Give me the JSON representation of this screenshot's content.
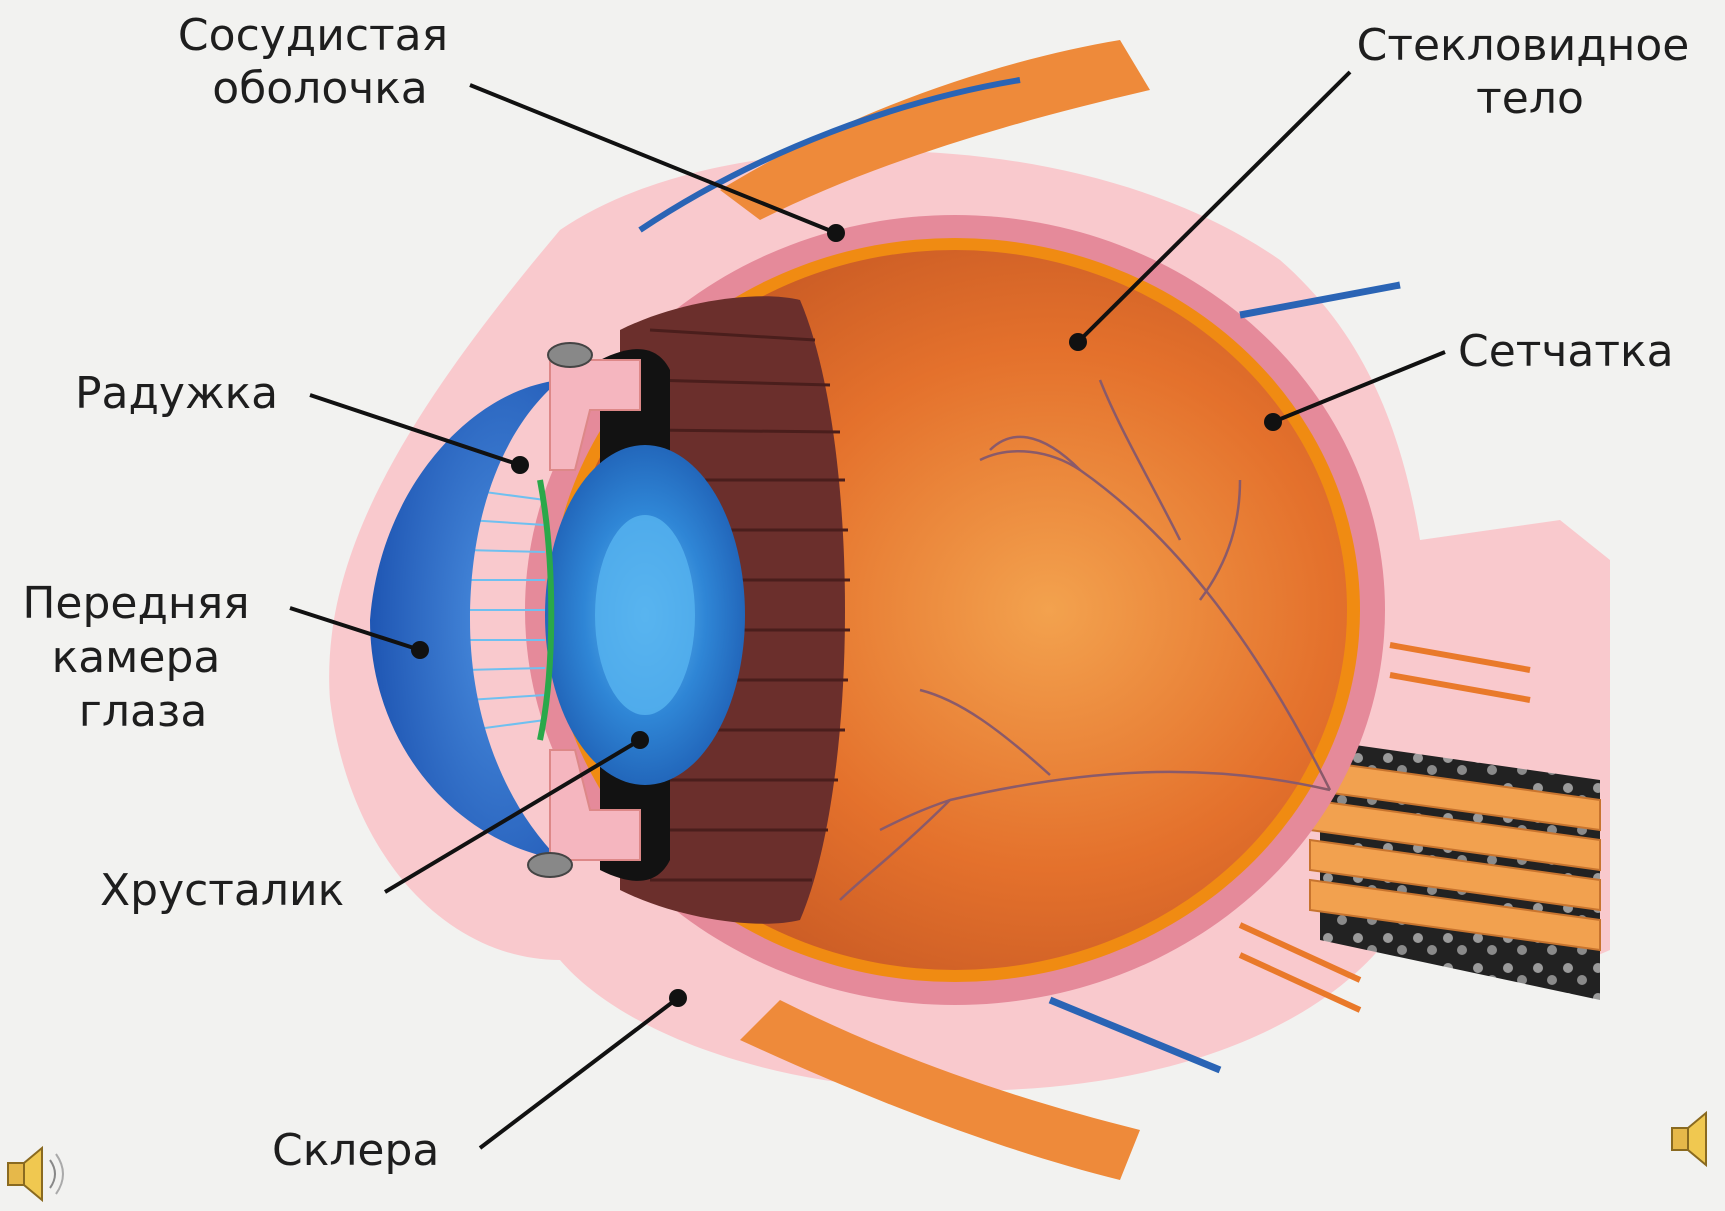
{
  "labels": {
    "choroid": [
      "Сосудистая",
      "оболочка"
    ],
    "vitreous": [
      "Стекловидное",
      "тело"
    ],
    "iris": [
      "Радужка"
    ],
    "retina": [
      "Сетчатка"
    ],
    "anterior_chamber": [
      "Передняя",
      "камера",
      "глаза"
    ],
    "lens": [
      "Хрусталик"
    ],
    "sclera": [
      "Склера"
    ]
  },
  "icons": {
    "left_button": "speaker-icon",
    "right_button": "speaker-icon"
  },
  "colors": {
    "background": "#f2f2f0",
    "sclera": "#f9c9cd",
    "choroid": "#e58a9a",
    "retina": "#f08b12",
    "vitreous": "#e5722c",
    "ciliary_body": "#6b2f2c",
    "lens": "#3b8fd9",
    "cornea": "#2f6fcf",
    "vessel_blue": "#2a64b5",
    "vessel_orange": "#e9792a"
  }
}
